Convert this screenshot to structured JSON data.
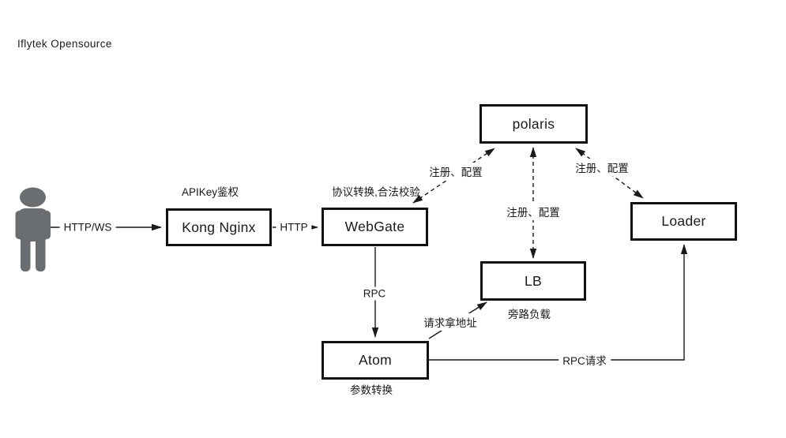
{
  "title": "Iflytek Opensource",
  "colors": {
    "line": "#1a1a1a",
    "box_border": "#111111",
    "person": "#6b6e70",
    "background": "#ffffff"
  },
  "nodes": {
    "kong": {
      "label": "Kong Nginx",
      "caption": "APIKey鉴权"
    },
    "webgate": {
      "label": "WebGate",
      "caption": "协议转换,合法校验"
    },
    "polaris": {
      "label": "polaris"
    },
    "lb": {
      "label": "LB",
      "caption": "旁路负载"
    },
    "loader": {
      "label": "Loader"
    },
    "atom": {
      "label": "Atom",
      "caption": "参数转换"
    }
  },
  "edge_labels": {
    "http_ws": "HTTP/WS",
    "http": "HTTP",
    "rpc": "RPC",
    "rpc_request": "RPC请求",
    "register_config_webgate": "注册、配置",
    "register_config_lb": "注册、配置",
    "register_config_loader": "注册、配置",
    "get_address": "请求拿地址"
  },
  "person": {
    "name": "user"
  }
}
